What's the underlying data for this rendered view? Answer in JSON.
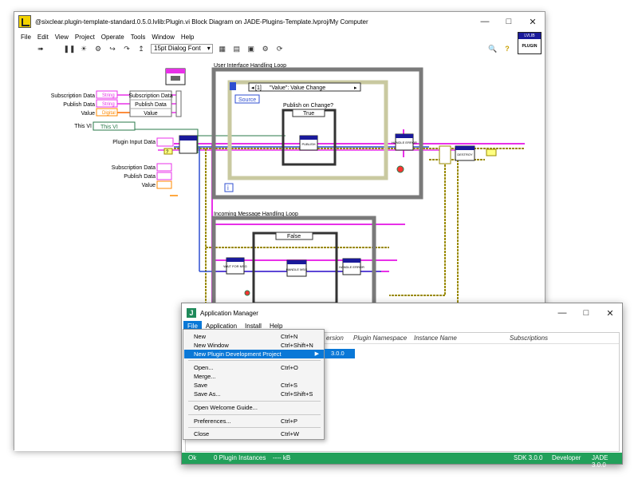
{
  "labview": {
    "title": "@sixclear.plugin-template-standard.0.5.0.lvlib:Plugin.vi Block Diagram on JADE-Plugins-Template.lvproj/My Computer",
    "menu": [
      "File",
      "Edit",
      "View",
      "Project",
      "Operate",
      "Tools",
      "Window",
      "Help"
    ],
    "font_select": "15pt Dialog Font",
    "vi_icon_label": "PLUGIN",
    "diagram": {
      "terminals_left": [
        {
          "label": "Subscription Data",
          "type": "String"
        },
        {
          "label": "Publish Data",
          "type": "String"
        },
        {
          "label": "Value",
          "type": "Digital"
        }
      ],
      "bundle_fields": [
        "Subscription Data",
        "Publish Data",
        "Value"
      ],
      "this_vi_label": "This VI",
      "this_vi_ref": "This VI",
      "plugin_input_label": "Plugin Input Data",
      "indicators_left": [
        "Subscription Data",
        "Publish Data",
        "Value"
      ],
      "ui_loop_label": "User Interface Handling Loop",
      "event_case": "\"Value\": Value Change",
      "event_case_index": "[1]",
      "source_label": "Source",
      "publish_on_change_label": "Publish on Change?",
      "case_true": "True",
      "publish_node": "PUBLISH",
      "handle_error_node": "HANDLE ERROR",
      "msg_loop_label": "Incoming Message Handling Loop",
      "case_false": "False",
      "wait_for_msg_node": "WAIT FOR MSG",
      "handle_msg_node": "HANDLE MSG",
      "destroy_node": "DESTROY",
      "loop_iter_symbol": "i",
      "lvlib_tag": "LVLIB",
      "question_const": "?"
    }
  },
  "app_manager": {
    "title": "Application Manager",
    "menu": [
      {
        "label": "File",
        "active": true
      },
      {
        "label": "Application",
        "active": false
      },
      {
        "label": "Install",
        "active": false
      },
      {
        "label": "Help",
        "active": false
      }
    ],
    "columns": [
      "ersion",
      "Plugin Namespace",
      "Instance Name",
      "Subscriptions"
    ],
    "status": {
      "state": "Ok",
      "instances": "0 Plugin Instances",
      "size": "---- kB",
      "sdk": "SDK 3.0.0",
      "mode": "Developer",
      "jade": "JADE 3.0.0"
    }
  },
  "file_menu": {
    "items": [
      {
        "label": "New",
        "shortcut": "Ctrl+N"
      },
      {
        "label": "New Window",
        "shortcut": "Ctrl+Shift+N"
      },
      {
        "label": "New Plugin Development Project",
        "shortcut": "",
        "submenu": true,
        "highlight": true
      },
      {
        "label": "Open...",
        "shortcut": "Ctrl+O"
      },
      {
        "label": "Merge...",
        "shortcut": ""
      },
      {
        "label": "Save",
        "shortcut": "Ctrl+S"
      },
      {
        "label": "Save As...",
        "shortcut": "Ctrl+Shift+S"
      },
      {
        "label": "Open Welcome Guide...",
        "shortcut": ""
      },
      {
        "label": "Preferences...",
        "shortcut": "Ctrl+P"
      },
      {
        "label": "Close",
        "shortcut": "Ctrl+W"
      }
    ],
    "submenu_value": "3.0.0"
  },
  "colors": {
    "string_wire": "#e830e8",
    "numeric_wire": "#ff8a00",
    "error_wire": "#9a8a00",
    "ref_wire": "#2a7a4a",
    "blue_wire": "#2f4fd0",
    "loop_border": "#7a7a7a",
    "accent": "#0a78d7",
    "status_green": "#22a05a"
  }
}
